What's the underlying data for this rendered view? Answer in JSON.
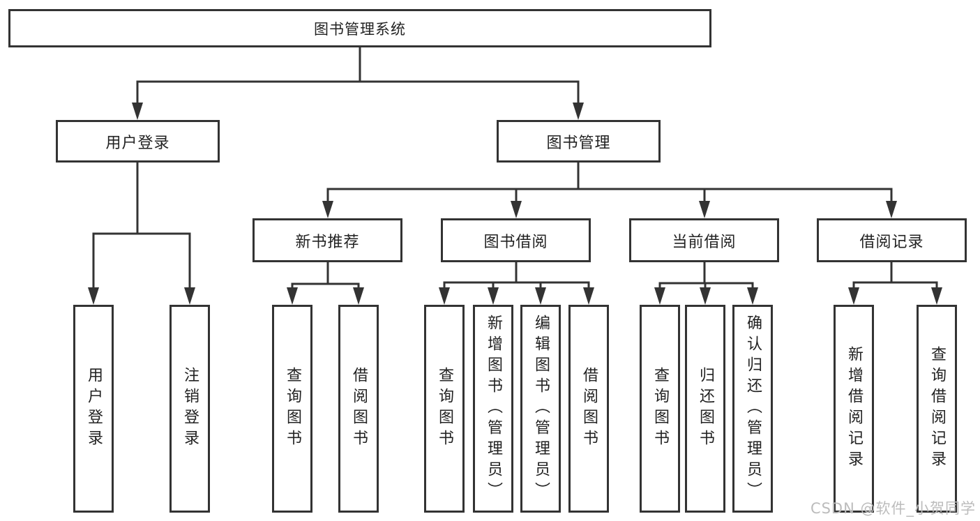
{
  "title": "图书管理系统",
  "watermark": "CSDN @软件_小贺同学",
  "colors": {
    "line": "#333333",
    "text": "#222222",
    "background": "#ffffff",
    "watermark": "#bcbcbc"
  },
  "nodes": {
    "root": {
      "label": "图书管理系统"
    },
    "level2": [
      {
        "label": "用户登录"
      },
      {
        "label": "图书管理"
      }
    ],
    "level3": [
      {
        "label": "新书推荐"
      },
      {
        "label": "图书借阅"
      },
      {
        "label": "当前借阅"
      },
      {
        "label": "借阅记录"
      }
    ],
    "leaves": [
      {
        "label": "用户登录"
      },
      {
        "label": "注销登录"
      },
      {
        "label": "查询图书"
      },
      {
        "label": "借阅图书"
      },
      {
        "label": "查询图书"
      },
      {
        "label": "新增图书（管理员）"
      },
      {
        "label": "编辑图书（管理员）"
      },
      {
        "label": "借阅图书"
      },
      {
        "label": "查询图书"
      },
      {
        "label": "归还图书"
      },
      {
        "label": "确认归还（管理员）"
      },
      {
        "label": "新增借阅记录"
      },
      {
        "label": "查询借阅记录"
      }
    ]
  },
  "tree": {
    "label": "图书管理系统",
    "children": [
      {
        "label": "用户登录",
        "children": [
          {
            "label": "用户登录"
          },
          {
            "label": "注销登录"
          }
        ]
      },
      {
        "label": "图书管理",
        "children": [
          {
            "label": "新书推荐",
            "children": [
              {
                "label": "查询图书"
              },
              {
                "label": "借阅图书"
              }
            ]
          },
          {
            "label": "图书借阅",
            "children": [
              {
                "label": "查询图书"
              },
              {
                "label": "新增图书（管理员）"
              },
              {
                "label": "编辑图书（管理员）"
              },
              {
                "label": "借阅图书"
              }
            ]
          },
          {
            "label": "当前借阅",
            "children": [
              {
                "label": "查询图书"
              },
              {
                "label": "归还图书"
              },
              {
                "label": "确认归还（管理员）"
              }
            ]
          },
          {
            "label": "借阅记录",
            "children": [
              {
                "label": "新增借阅记录"
              },
              {
                "label": "查询借阅记录"
              }
            ]
          }
        ]
      }
    ]
  }
}
